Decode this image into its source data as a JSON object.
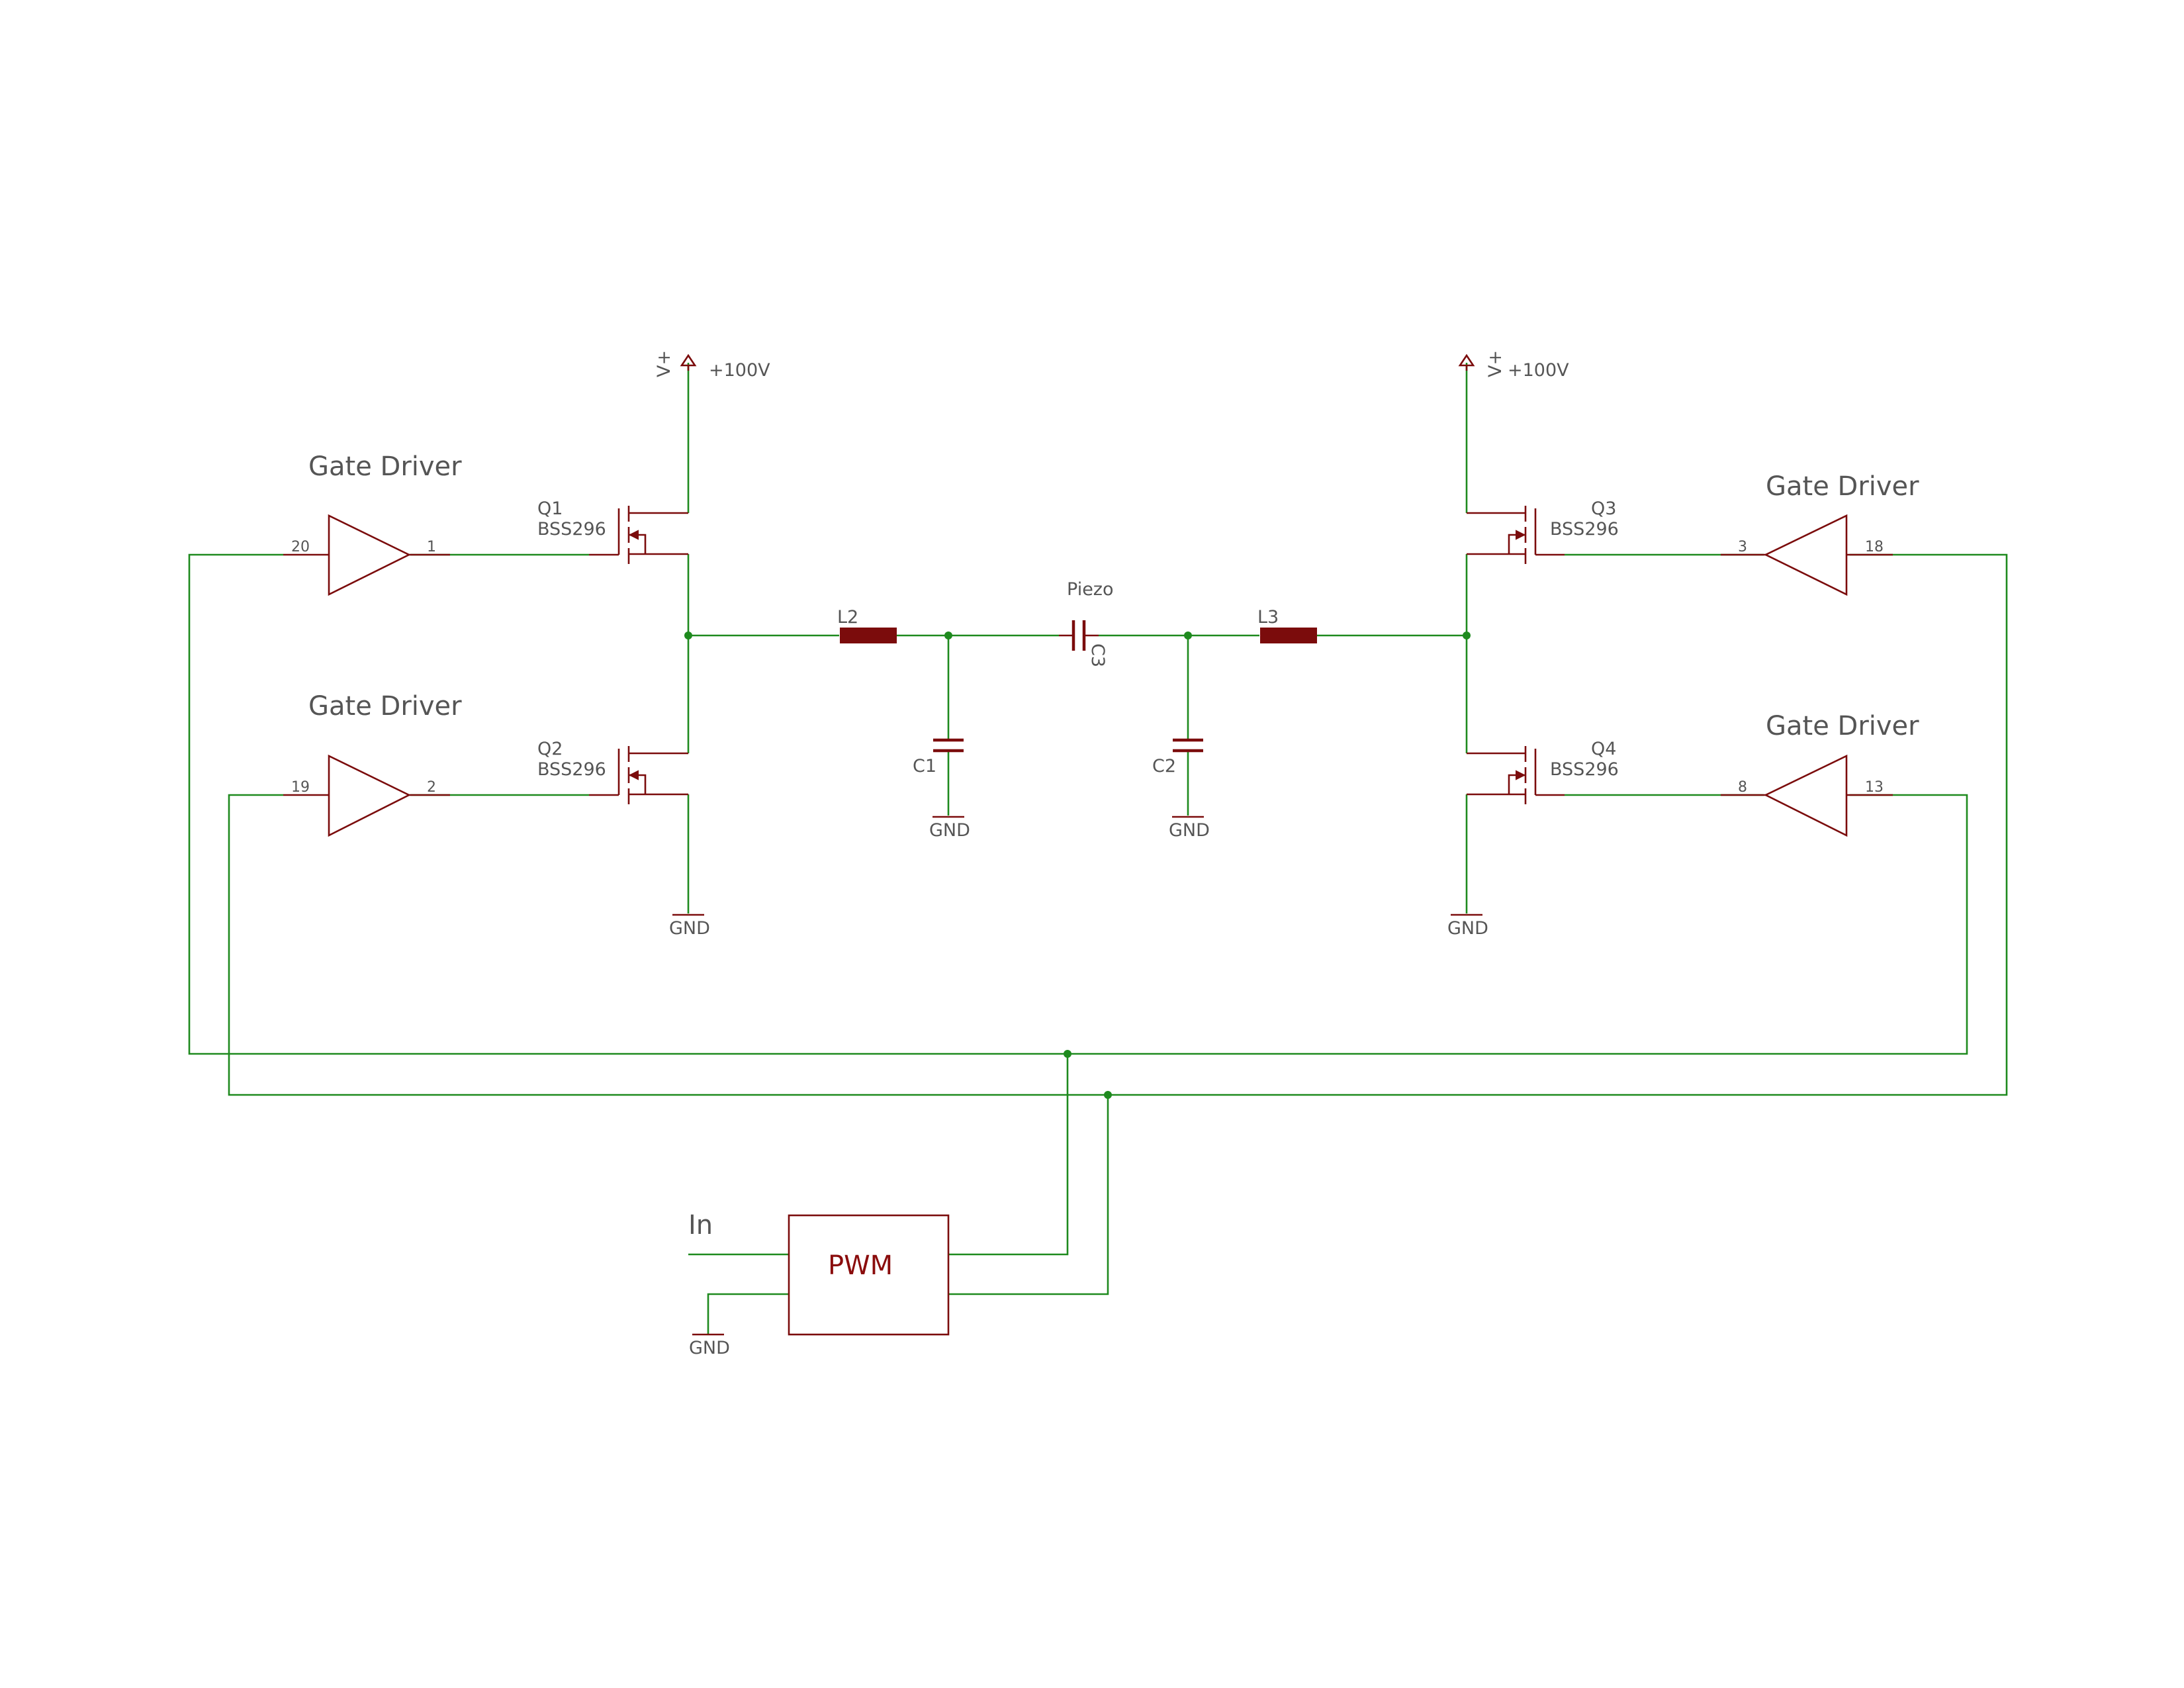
{
  "diagram": {
    "gate_drivers": [
      {
        "label": "Gate Driver",
        "pin_in": "20",
        "pin_out": "1"
      },
      {
        "label": "Gate Driver",
        "pin_in": "19",
        "pin_out": "2"
      },
      {
        "label": "Gate Driver",
        "pin_in": "18",
        "pin_out": "3"
      },
      {
        "label": "Gate Driver",
        "pin_in": "13",
        "pin_out": "8"
      }
    ],
    "transistors": [
      {
        "ref": "Q1",
        "part": "BSS296"
      },
      {
        "ref": "Q2",
        "part": "BSS296"
      },
      {
        "ref": "Q3",
        "part": "BSS296"
      },
      {
        "ref": "Q4",
        "part": "BSS296"
      }
    ],
    "supplies": [
      {
        "name": "V+",
        "value": "+100V"
      },
      {
        "name": "V+",
        "value": "+100V"
      }
    ],
    "inductors": [
      {
        "ref": "L2"
      },
      {
        "ref": "L3"
      }
    ],
    "capacitors": [
      {
        "ref": "C1"
      },
      {
        "ref": "C2"
      },
      {
        "ref": "C3"
      }
    ],
    "piezo_label": "Piezo",
    "ground_label": "GND",
    "pwm": {
      "label": "PWM",
      "input_label": "In"
    }
  }
}
